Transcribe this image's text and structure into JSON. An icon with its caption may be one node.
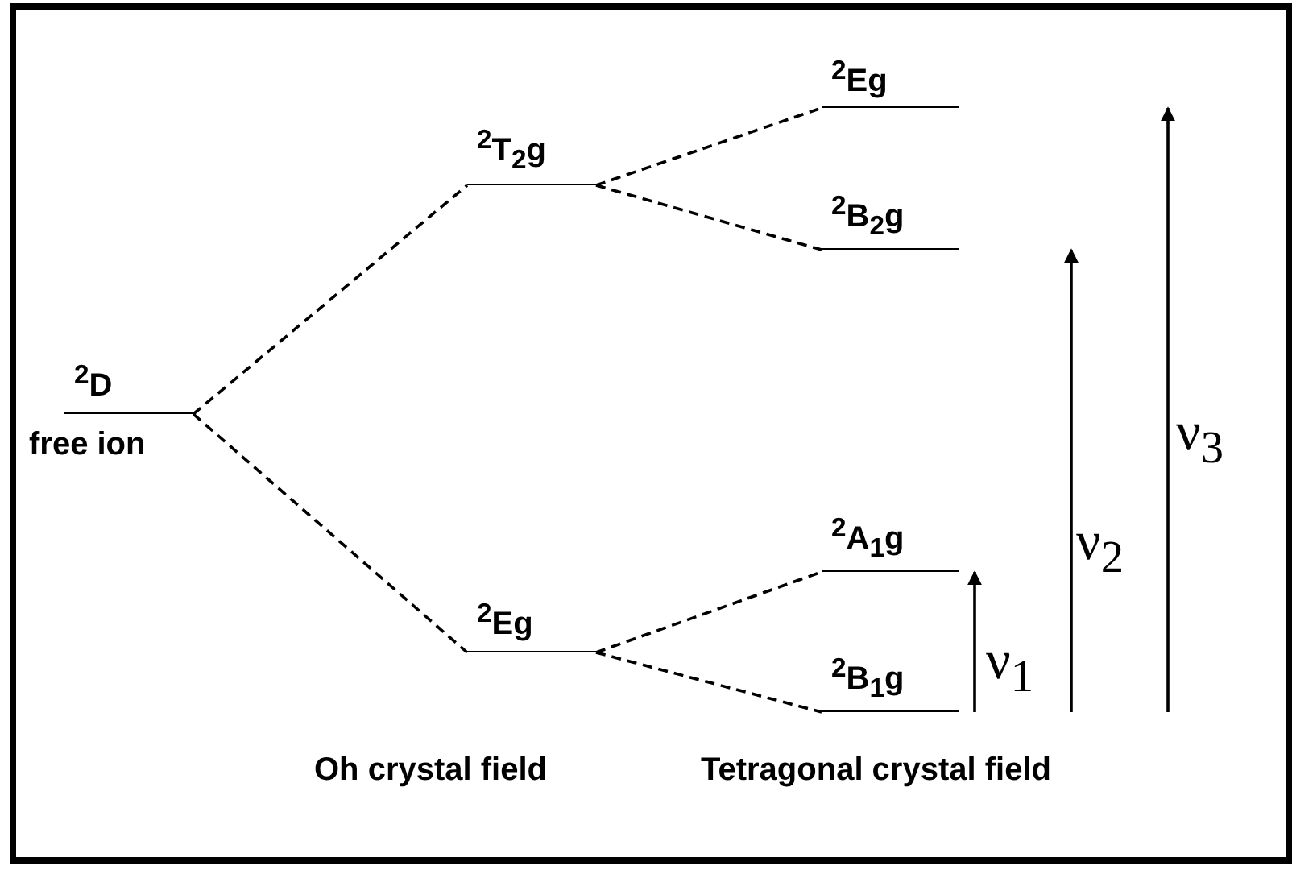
{
  "diagram": {
    "nodes": [
      {
        "text": [
          "$^{2}$D"
        ],
        "beside": [
          "free ion"
        ]
      },
      {
        "text": [
          "$^{2}$T$_{2}$g"
        ]
      },
      {
        "text": [
          "$^{2}$Eg"
        ]
      },
      {
        "text": [
          "$^{2}$Eg"
        ]
      },
      {
        "text": [
          "$^{2}$B$_{2}$g"
        ]
      },
      {
        "text": [
          "$^{2}$A$_{1}$g"
        ]
      },
      {
        "text": [
          "$^{2}$B$_{1}$g"
        ]
      }
    ],
    "edges": [
      {
        "from": 0,
        "to": 1,
        "arrow": "none",
        "style": "dashed"
      },
      {
        "from": 0,
        "to": 2,
        "arrow": "none",
        "style": "dashed"
      },
      {
        "from": 1,
        "to": 3,
        "arrow": "none",
        "style": "dashed"
      },
      {
        "from": 1,
        "to": 4,
        "arrow": "none",
        "style": "dashed"
      },
      {
        "from": 2,
        "to": 5,
        "arrow": "none",
        "style": "dashed"
      },
      {
        "from": 2,
        "to": 6,
        "arrow": "none",
        "style": "dashed"
      },
      {
        "from": 6,
        "to": 5,
        "arrow": "to",
        "label": "ν$_{1}$"
      },
      {
        "from": 6,
        "to": 4,
        "arrow": "to",
        "label": "ν$_{2}$"
      },
      {
        "from": 6,
        "to": 3,
        "arrow": "to",
        "label": "ν$_{3}$"
      }
    ],
    "labels": [
      "Oh crystal field",
      "Tetragonal crystal field"
    ]
  }
}
